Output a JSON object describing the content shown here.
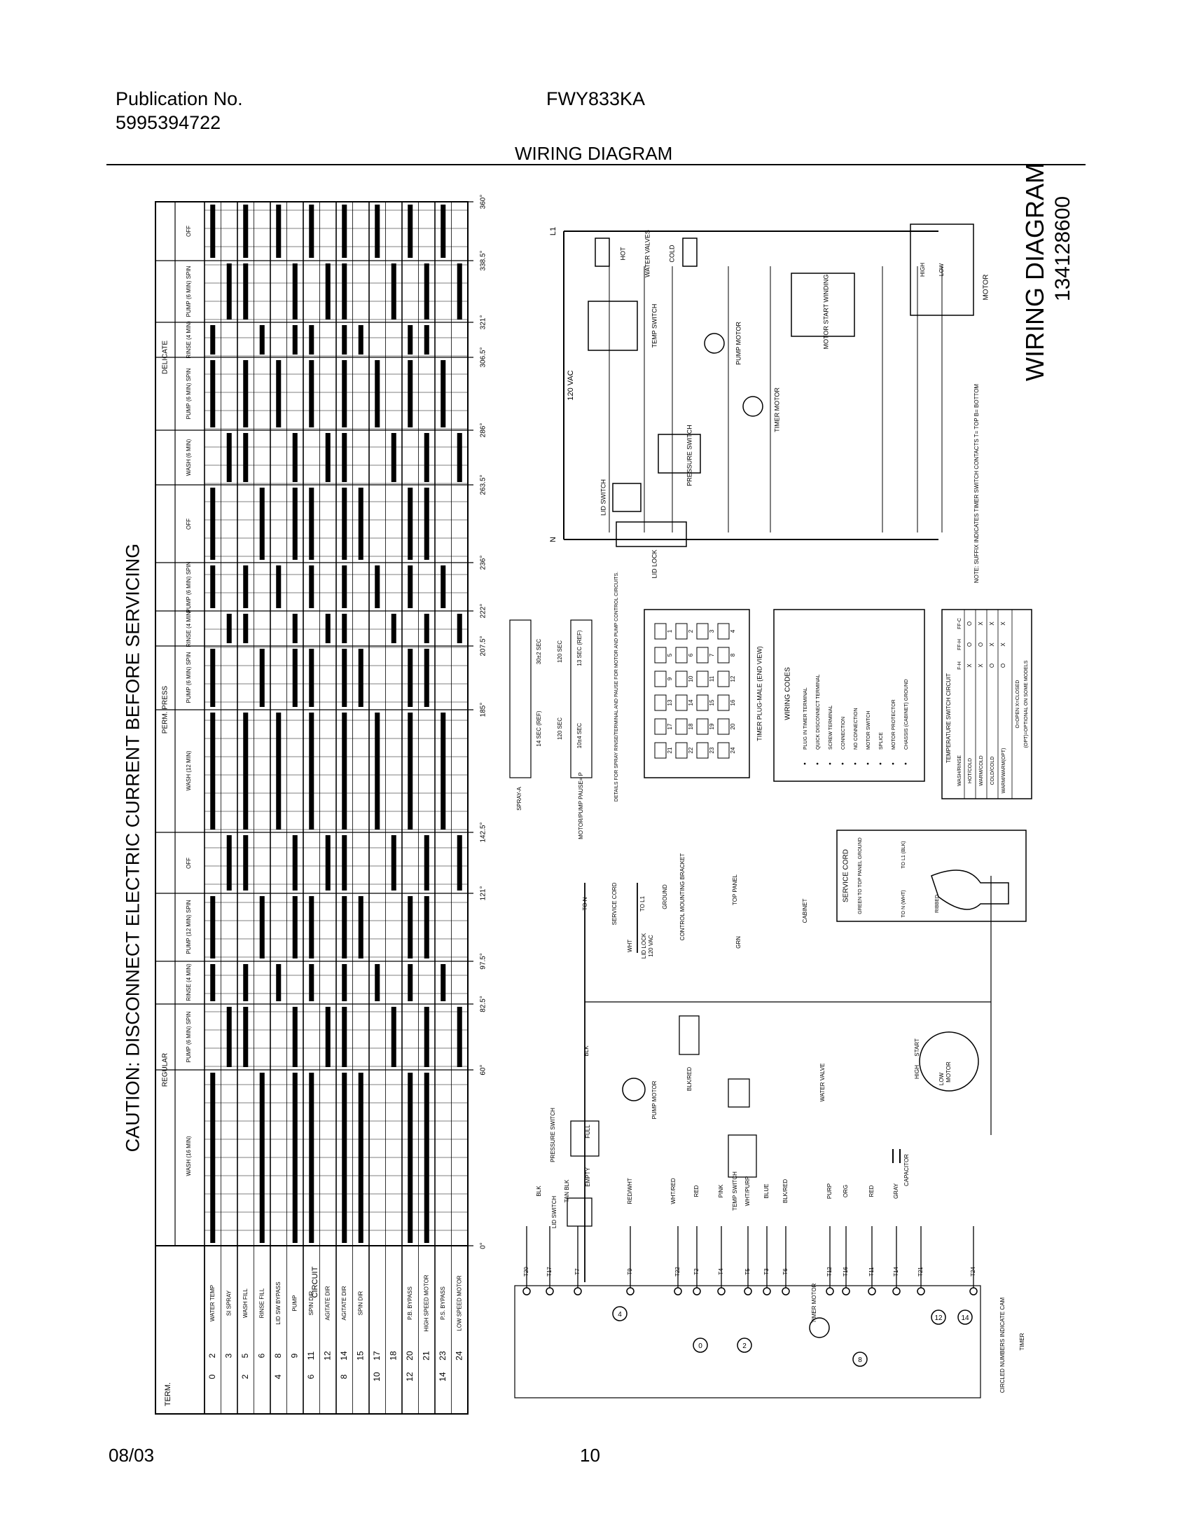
{
  "header": {
    "publication_label": "Publication No.",
    "publication_number": "5995394722",
    "model": "FWY833KA",
    "section_title": "WIRING DIAGRAM"
  },
  "footer": {
    "date": "08/03",
    "page": "10"
  },
  "caution": "CAUTION: DISCONNECT ELECTRIC CURRENT BEFORE SERVICING",
  "diagram_title": "WIRING DIAGRAM",
  "diagram_number": "134128600",
  "timer_chart": {
    "degree_marks": [
      "360°",
      "338.5°",
      "321°",
      "306.5°",
      "286°",
      "263.5°",
      "236°",
      "222°",
      "207.5°",
      "185°",
      "142.5°",
      "121°",
      "97.5°",
      "82.5°",
      "60°",
      "0°"
    ],
    "column_headers": [
      "TERM.",
      "CIRCUIT"
    ],
    "cycle_groups": [
      "DELICATE",
      "PERM. PRESS",
      "REGULAR"
    ],
    "segments": [
      "OFF",
      "PUMP (6 MIN) SPIN",
      "RINSE (4 MIN)",
      "PUMP (6 MIN) SPIN",
      "WASH (6 MIN)",
      "OFF",
      "PUMP (6 MIN) SPIN",
      "RINSE (4 MIN)",
      "PUMP (6 MIN) SPIN",
      "WASH (12 MIN)",
      "OFF",
      "PUMP (12 MIN) SPIN",
      "RINSE (4 MIN)",
      "PUMP (6 MIN) SPIN",
      "WASH (16 MIN)"
    ],
    "rows": [
      {
        "cam": "0",
        "term": "2",
        "circuit": "WATER TEMP"
      },
      {
        "cam": "",
        "term": "3",
        "circuit": "SI SPRAY"
      },
      {
        "cam": "2",
        "term": "5",
        "circuit": "WASH FILL"
      },
      {
        "cam": "",
        "term": "6",
        "circuit": "RINSE FILL"
      },
      {
        "cam": "4",
        "term": "8",
        "circuit": "LID SW BYPASS"
      },
      {
        "cam": "",
        "term": "9",
        "circuit": "PUMP"
      },
      {
        "cam": "6",
        "term": "11",
        "circuit": "SPIN DIR"
      },
      {
        "cam": "",
        "term": "12",
        "circuit": "AGITATE DIR"
      },
      {
        "cam": "8",
        "term": "14",
        "circuit": "AGITATE DIR"
      },
      {
        "cam": "",
        "term": "15",
        "circuit": "SPIN DIR"
      },
      {
        "cam": "10",
        "term": "17",
        "circuit": ""
      },
      {
        "cam": "",
        "term": "18",
        "circuit": ""
      },
      {
        "cam": "12",
        "term": "20",
        "circuit": "P.B. BYPASS"
      },
      {
        "cam": "",
        "term": "21",
        "circuit": "HIGH SPEED MOTOR"
      },
      {
        "cam": "14",
        "term": "23",
        "circuit": "P.S. BYPASS"
      },
      {
        "cam": "",
        "term": "24",
        "circuit": "LOW SPEED MOTOR"
      }
    ]
  },
  "schematic": {
    "supply": [
      "L1",
      "N",
      "120 VAC"
    ],
    "components": [
      "WATER VALVES",
      "HOT",
      "COLD",
      "TEMP SWITCH",
      "PUMP MOTOR",
      "TIMER MOTOR",
      "MOTOR START WINDING",
      "MOTOR",
      "HIGH",
      "LOW",
      "PRESSURE SWITCH",
      "LID SWITCH",
      "LID LOCK"
    ],
    "note": "NOTE: SUFFIX INDICATES TIMER SWITCH CONTACTS T= TOP B= BOTTOM"
  },
  "timer_plug": {
    "title": "TIMER PLUG-MALE (END VIEW)",
    "pins": [
      "1",
      "2",
      "3",
      "4",
      "5",
      "6",
      "7",
      "8",
      "9",
      "10",
      "11",
      "12",
      "13",
      "14",
      "15",
      "16",
      "17",
      "18",
      "19",
      "20",
      "21",
      "22",
      "23",
      "24"
    ],
    "spray_detail": [
      "14 SEC (REF)",
      "30±2 SEC",
      "120 SEC",
      "120 SEC",
      "10±4 SEC",
      "13 SEC (REF)",
      "SPRAY-A",
      "MOTOR/PUMP PAUSE= P",
      "DETAILS FOR SPRAY RINSE/TERMINAL AND PAUSE FOR MOTOR AND PUMP CONTROL CIRCUITS."
    ]
  },
  "wiring_codes": {
    "title": "WIRING CODES",
    "items": [
      "PLUG IN TIMER TERMINAL",
      "QUICK DISCONNECT TERMINAL",
      "SCREW TERMINAL",
      "CONNECTION",
      "NO CONNECTION",
      "MOTOR SWITCH",
      "SPLICE",
      "MOTOR PROTECTOR",
      "CHASSIS (CABINET) GROUND"
    ]
  },
  "temp_switch_table": {
    "title": "TEMPERATURE SWITCH CIRCUIT",
    "headers": [
      "WASH/RINSE",
      "F-H",
      "FF-H",
      "FF-C"
    ],
    "rows": [
      [
        "HOT/COLD",
        "X",
        "O",
        "O"
      ],
      [
        "WARM/COLD",
        "X",
        "O",
        "X"
      ],
      [
        "COLD/COLD",
        "O",
        "X",
        "X"
      ],
      [
        "WARM/WARM(OPT)",
        "O",
        "X",
        "X"
      ]
    ],
    "legend": "O=OPEN  X=CLOSED",
    "footnote": "(OPT)=OPTIONAL ON SOME MODELS"
  },
  "service_cord": {
    "title": "SERVICE CORD",
    "labels": [
      "GREEN TO TOP PANEL GROUND",
      "TO L1 (BLK)",
      "TO N (WHT)",
      "RIBBED"
    ]
  },
  "wiring": {
    "labels": [
      "TO N",
      "SERVICE CORD",
      "TO L1",
      "120 VAC",
      "GROUND",
      "CONTROL MOUNTING BRACKET",
      "TOP PANEL",
      "CABINET",
      "GRN",
      "WHT",
      "BLK",
      "LID LOCK",
      "BLK/RED",
      "PUMP MOTOR",
      "WATER VALVE",
      "MOTOR",
      "START",
      "HIGH",
      "LOW",
      "PRESSURE SWITCH",
      "FULL",
      "EMPTY",
      "TEMP SWITCH",
      "LID SWITCH",
      "CAPACITOR",
      "TIMER MOTOR",
      "TIMER",
      "CIRCLED NUMBERS INDICATE CAM"
    ],
    "wire_colors": [
      "BLK",
      "TAN BLK",
      "RED/WHT",
      "WHT/RED",
      "RED",
      "PINK",
      "WHT/PURP",
      "BLUE",
      "BLK/RED",
      "PURP",
      "ORG",
      "RED",
      "GRAY"
    ],
    "terminals": [
      "T20",
      "T17",
      "T7",
      "T9",
      "T22",
      "T2",
      "T4",
      "T5",
      "T3",
      "T6",
      "T12",
      "T16",
      "T11",
      "T14",
      "T21",
      "T24"
    ],
    "cams": [
      "4",
      "0",
      "2",
      "8",
      "12",
      "14"
    ]
  }
}
